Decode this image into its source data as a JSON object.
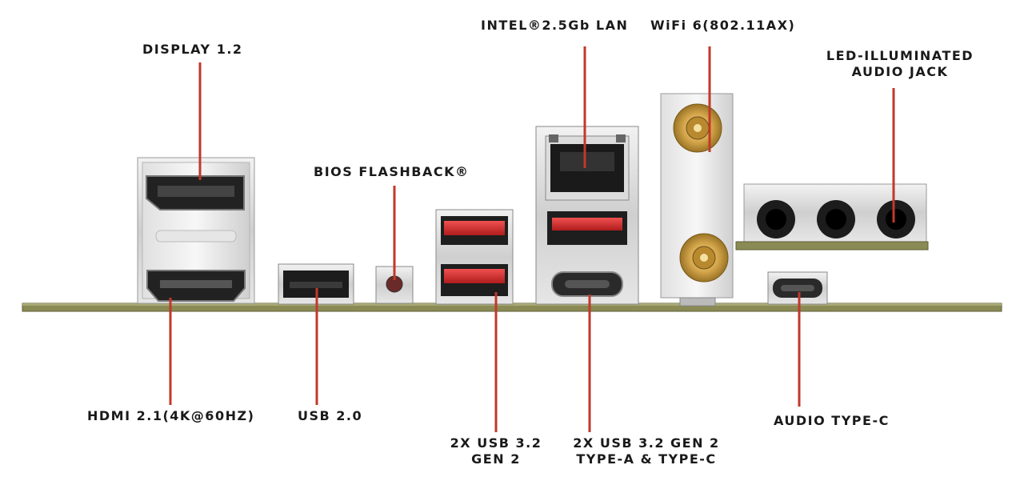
{
  "labels": {
    "display": "DISPLAY 1.2",
    "hdmi": "HDMI 2.1(4K@60HZ)",
    "usb20": "USB 2.0",
    "bios": "BIOS FLASHBACK®",
    "usb32gen2_line1": "2X USB 3.2",
    "usb32gen2_line2": "GEN 2",
    "lan": "INTEL®2.5Gb LAN",
    "usb32gen2c_line1": "2X USB 3.2 GEN 2",
    "usb32gen2c_line2": "TYPE-A & TYPE-C",
    "wifi": "WiFi 6(802.11AX)",
    "led_audio_line1": "LED-ILLUMINATED",
    "led_audio_line2": "AUDIO JACK",
    "audio_typec": "AUDIO TYPE-C"
  },
  "colors": {
    "pointer": "#c0392b",
    "board": "#8a8a55",
    "usb_blue_accent": "#e03a3a",
    "metal": "#d9d9d9",
    "gold": "#d4a54a"
  },
  "icons": [
    "displayport-port-icon",
    "hdmi-port-icon",
    "usb-a-port-icon",
    "bios-button-icon",
    "rj45-port-icon",
    "usb-c-port-icon",
    "antenna-connector-icon",
    "audio-jack-icon"
  ]
}
